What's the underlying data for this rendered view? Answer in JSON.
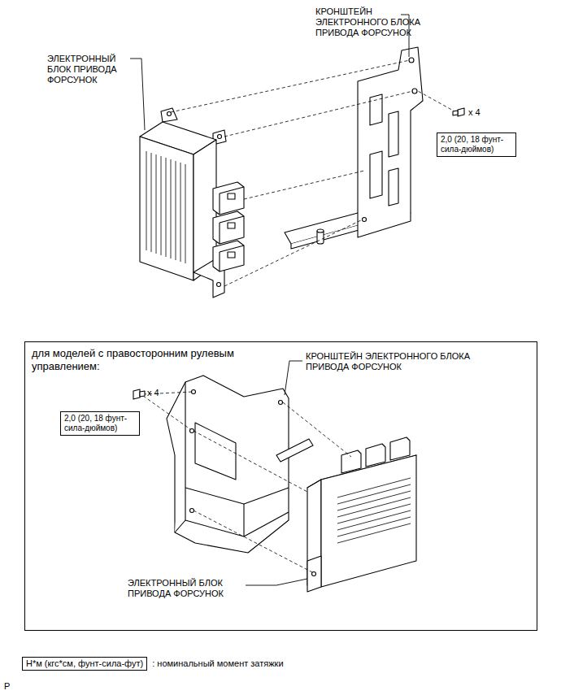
{
  "diagram": {
    "nodes": [
      {
        "text": [
          "2,0 (20, 18 фунт-сила-дюймов)"
        ]
      },
      {
        "text": [
          "для моделей с правосторонним рулевым управлением:"
        ]
      },
      {
        "text": [
          "2,0 (20, 18 фунт-сила-дюймов)"
        ],
        "in": 1
      },
      {
        "text": [
          "Н*м (кгс*см, фунт-сила-фут)"
        ]
      }
    ],
    "labels": [
      "ЭЛЕКТРОННЫЙ БЛОК ПРИВОДА ФОРСУНОК",
      "КРОНШТЕЙН ЭЛЕКТРОННОГО БЛОКА ПРИВОДА ФОРСУНОК",
      "x 4",
      "КРОНШТЕЙН ЭЛЕКТРОННОГО БЛОКА ПРИВОДА ФОРСУНОК",
      "x 4",
      "ЭЛЕКТРОННЫЙ БЛОК ПРИВОДА ФОРСУНОК",
      ": номинальный момент затяжки",
      "P"
    ]
  }
}
